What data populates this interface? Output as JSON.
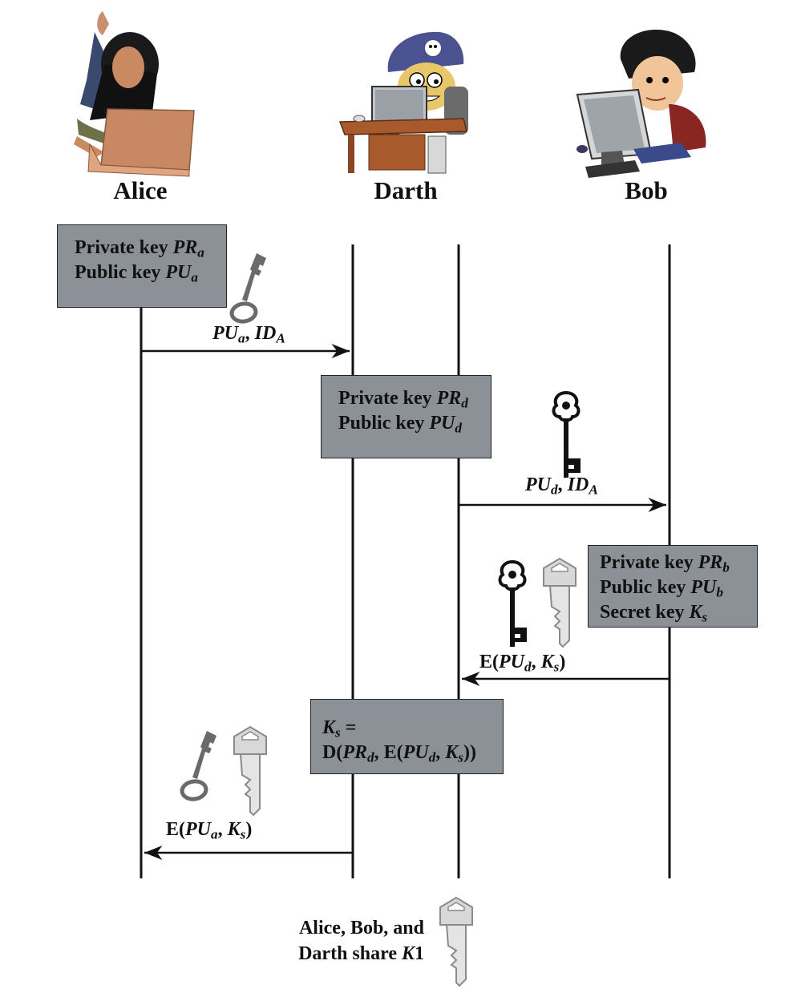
{
  "actors": {
    "alice": "Alice",
    "darth": "Darth",
    "bob": "Bob"
  },
  "boxes": {
    "alice": {
      "line1": {
        "text": "Private key ",
        "var": "PR",
        "sub": "a"
      },
      "line2": {
        "text": "Public key ",
        "var": "PU",
        "sub": "a"
      }
    },
    "darth": {
      "line1": {
        "text": "Private key ",
        "var": "PR",
        "sub": "d"
      },
      "line2": {
        "text": "Public key ",
        "var": "PU",
        "sub": "d"
      }
    },
    "bob": {
      "line1": {
        "text": "Private key ",
        "var": "PR",
        "sub": "b"
      },
      "line2": {
        "text": "Public key ",
        "var": "PU",
        "sub": "b"
      },
      "line3": {
        "text": "Secret key ",
        "var": "K",
        "sub": "s"
      }
    },
    "darth_compute": {
      "line1": {
        "var": "K",
        "sub": "s",
        "text": " ="
      },
      "line2": {
        "prefix": "D(",
        "var1": "PR",
        "sub1": "d",
        "mid": ", E(",
        "var2": "PU",
        "sub2": "d",
        "sep": ", ",
        "var3": "K",
        "sub3": "s",
        "suffix": "))"
      }
    }
  },
  "messages": {
    "m1": {
      "var1": "PU",
      "sub1": "a",
      "sep": ", ",
      "var2": "ID",
      "sub2": "A"
    },
    "m2": {
      "var1": "PU",
      "sub1": "d",
      "sep": ", ",
      "var2": "ID",
      "sub2": "A"
    },
    "m3": {
      "prefix": "E(",
      "var1": "PU",
      "sub1": "d",
      "sep": ", ",
      "var2": "K",
      "sub2": "s",
      "suffix": ")"
    },
    "m4": {
      "prefix": "E(",
      "var1": "PU",
      "sub1": "a",
      "sep": ", ",
      "var2": "K",
      "sub2": "s",
      "suffix": ")"
    }
  },
  "footer": {
    "line1": "Alice, Bob, and",
    "line2_text": "Darth share ",
    "line2_var": "K",
    "line2_num": "1"
  },
  "icons": {
    "alice_key": "skeleton-key-gray-icon",
    "darth_key": "ornate-key-black-icon",
    "secret_key": "silver-key-icon"
  },
  "colors": {
    "box_fill": "#8c9097",
    "alice_key": "#6a6a6a",
    "darth_key": "#111111",
    "secret_key": "#d8d8d8"
  }
}
